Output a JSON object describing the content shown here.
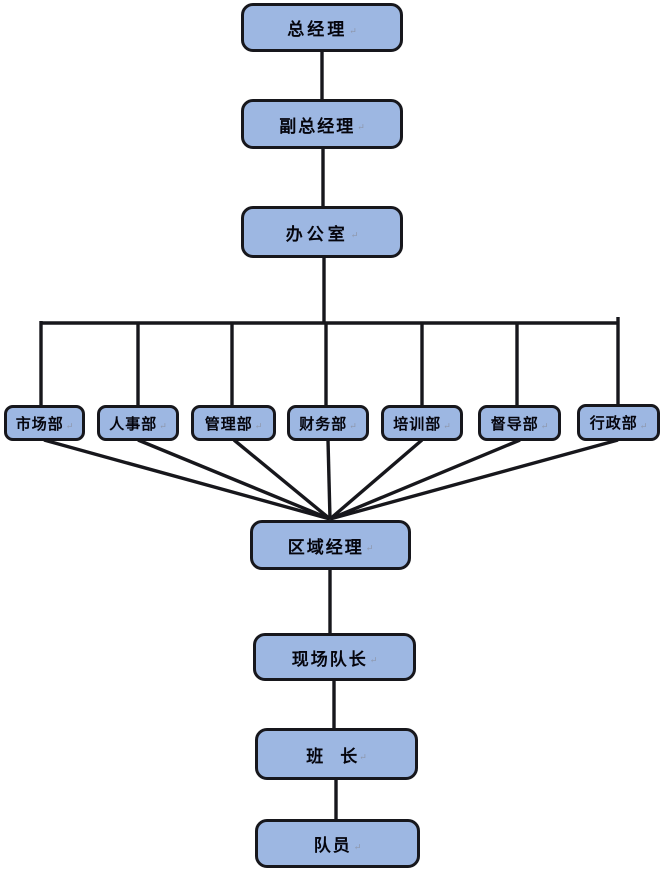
{
  "diagram": {
    "type": "org-chart",
    "node_fill": "#9DB7E2",
    "node_border": "#17171C",
    "line_color": "#17171C",
    "return_mark": "↵",
    "chain_top": [
      "总经理",
      "副总经理",
      "办公室"
    ],
    "departments": [
      "市场部",
      "人事部",
      "管理部",
      "财务部",
      "培训部",
      "督导部",
      "行政部"
    ],
    "chain_bottom": [
      "区域经理",
      "现场队长",
      "班　长",
      "队员"
    ],
    "edges": [
      {
        "from": "总经理",
        "to": "副总经理"
      },
      {
        "from": "副总经理",
        "to": "办公室"
      },
      {
        "from": "办公室",
        "to": "市场部"
      },
      {
        "from": "办公室",
        "to": "人事部"
      },
      {
        "from": "办公室",
        "to": "管理部"
      },
      {
        "from": "办公室",
        "to": "财务部"
      },
      {
        "from": "办公室",
        "to": "培训部"
      },
      {
        "from": "办公室",
        "to": "督导部"
      },
      {
        "from": "办公室",
        "to": "行政部"
      },
      {
        "from": "市场部",
        "to": "区域经理"
      },
      {
        "from": "人事部",
        "to": "区域经理"
      },
      {
        "from": "管理部",
        "to": "区域经理"
      },
      {
        "from": "财务部",
        "to": "区域经理"
      },
      {
        "from": "培训部",
        "to": "区域经理"
      },
      {
        "from": "督导部",
        "to": "区域经理"
      },
      {
        "from": "行政部",
        "to": "区域经理"
      },
      {
        "from": "区域经理",
        "to": "现场队长"
      },
      {
        "from": "现场队长",
        "to": "班　长"
      },
      {
        "from": "班　长",
        "to": "队员"
      }
    ]
  }
}
